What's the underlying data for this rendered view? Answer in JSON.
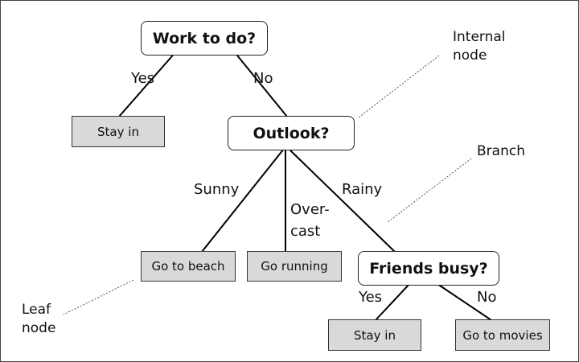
{
  "nodes": {
    "work": "Work to do?",
    "outlook": "Outlook?",
    "friends": "Friends busy?",
    "stay_in_1": "Stay in",
    "beach": "Go to beach",
    "running": "Go running",
    "stay_in_2": "Stay in",
    "movies": "Go to movies"
  },
  "edges": {
    "work_yes": "Yes",
    "work_no": "No",
    "sunny": "Sunny",
    "overcast_1": "Over-",
    "overcast_2": "cast",
    "rainy": "Rainy",
    "friends_yes": "Yes",
    "friends_no": "No"
  },
  "annotations": {
    "internal_1": "Internal",
    "internal_2": "node",
    "branch": "Branch",
    "leaf_1": "Leaf",
    "leaf_2": "node"
  },
  "colors": {
    "leaf_fill": "#d9d9d9",
    "line": "#000000"
  }
}
